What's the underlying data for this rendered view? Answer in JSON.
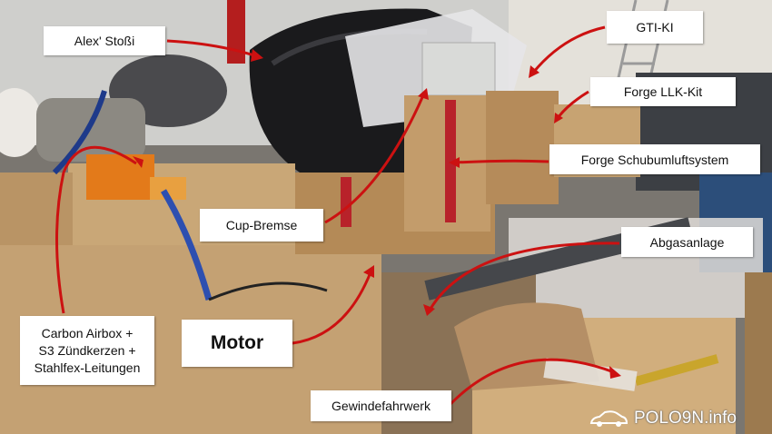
{
  "labels": {
    "stossi": "Alex' Stoßi",
    "gti_ki": "GTI-KI",
    "forge_llk": "Forge LLK-Kit",
    "forge_schub": "Forge Schubumluftsystem",
    "cup_bremse": "Cup-Bremse",
    "abgasanlage": "Abgasanlage",
    "airbox_line1": "Carbon Airbox +",
    "airbox_line2": "S3 Zündkerzen +",
    "airbox_line3": "Stahlfex-Leitungen",
    "motor": "Motor",
    "gewindefahrwerk": "Gewindefahrwerk"
  },
  "watermark": {
    "text": "POLO9N.info",
    "icon": "car-logo-icon"
  },
  "colors": {
    "arrow": "#cc1111",
    "label_bg": "#ffffff"
  }
}
